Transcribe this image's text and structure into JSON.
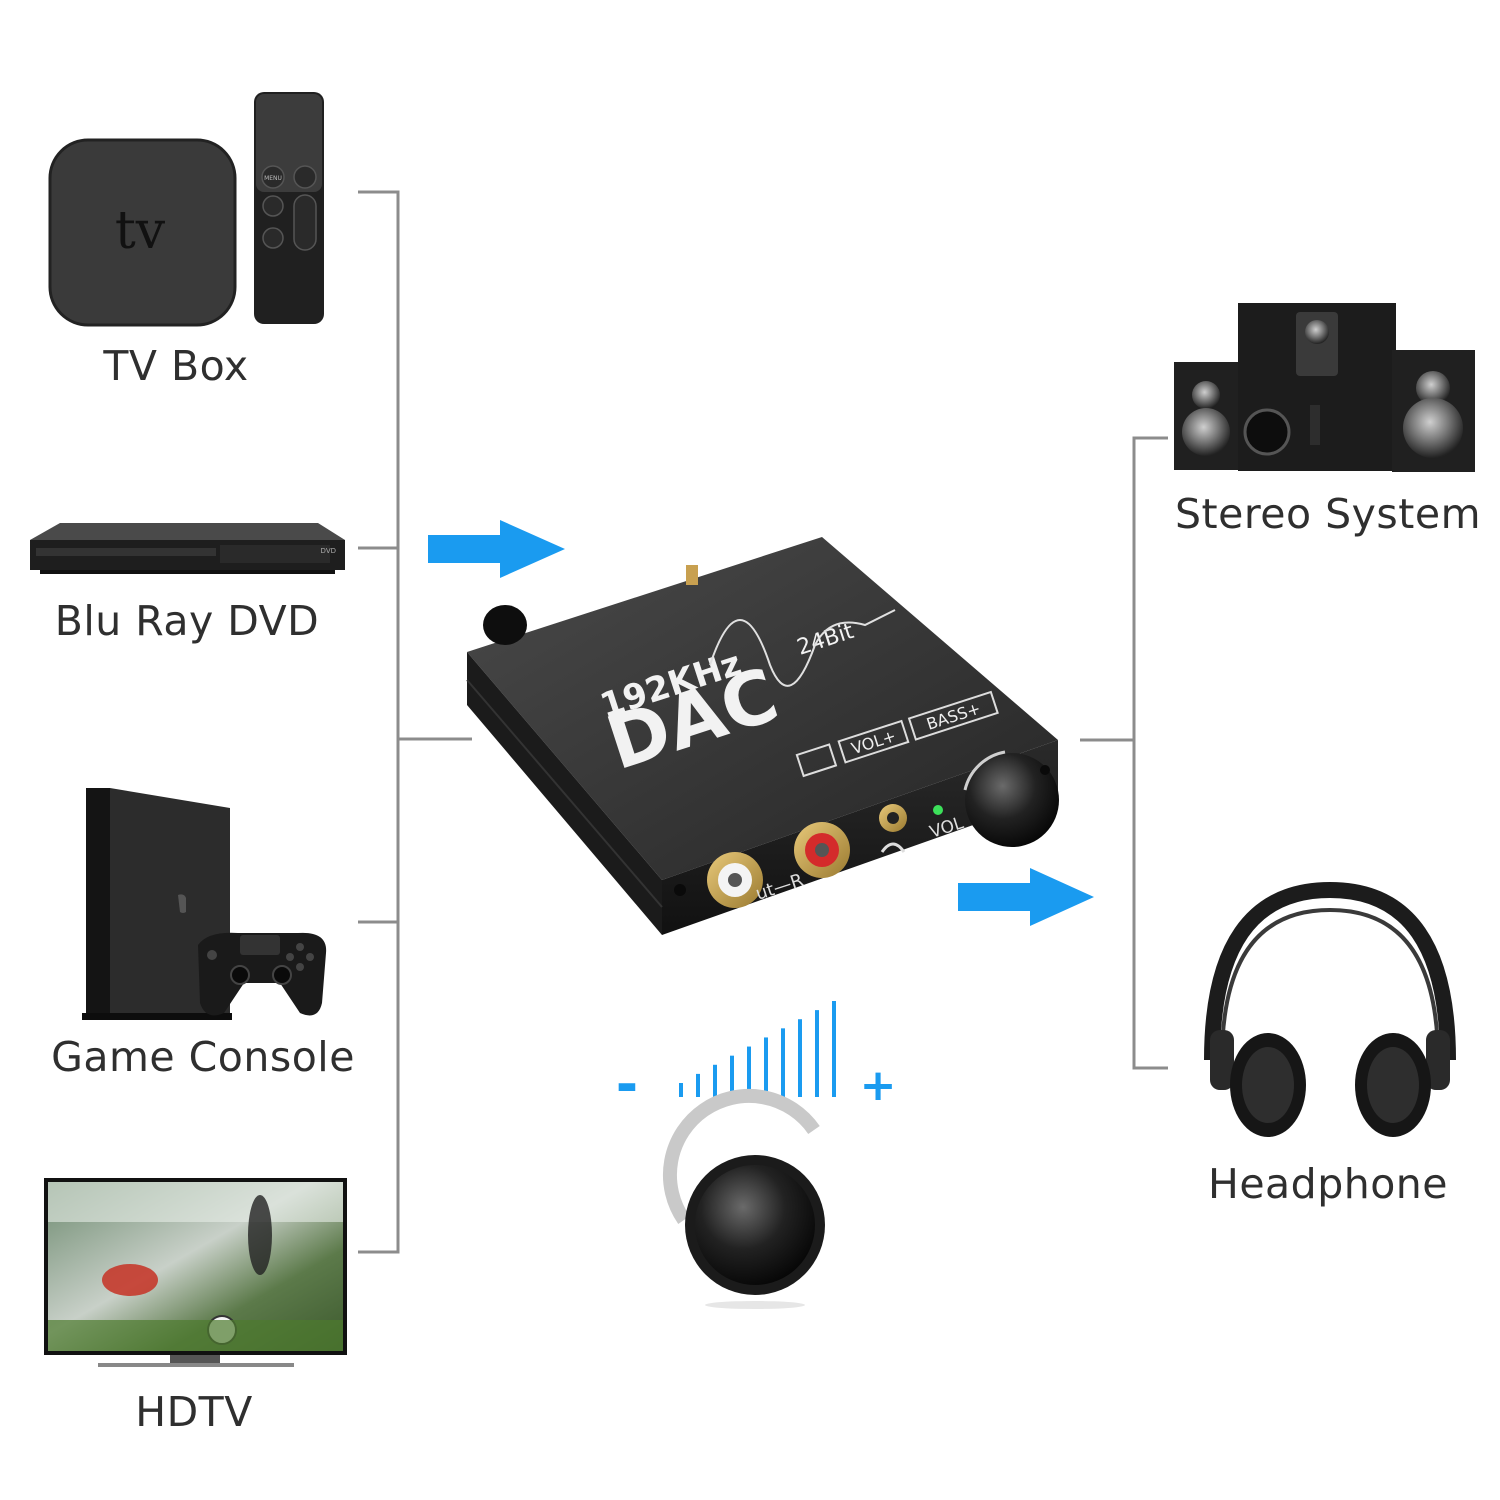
{
  "sources": {
    "tv_box": {
      "label": "TV Box",
      "logo_text": "tv",
      "remote_button_text": "MENU"
    },
    "blu_ray": {
      "label": "Blu Ray DVD",
      "logo_text": "DVD"
    },
    "game_console": {
      "label": "Game Console"
    },
    "hdtv": {
      "label": "HDTV"
    }
  },
  "outputs": {
    "stereo": {
      "label": "Stereo System"
    },
    "headphone": {
      "label": "Headphone"
    }
  },
  "dac": {
    "rate_text": "192KHz",
    "bit_text": "24Bit",
    "brand_text": "DAC",
    "vol_badge": "VOL+",
    "bass_badge": "BASS+",
    "knob_label": "VOL",
    "port_label": "ut—R"
  },
  "volume": {
    "minus": "-",
    "plus": "+"
  },
  "colors": {
    "arrow": "#1a9bf0",
    "connector": "#8c8c8c",
    "label": "#2f2f2f",
    "device_dark": "#2b2b2b"
  }
}
